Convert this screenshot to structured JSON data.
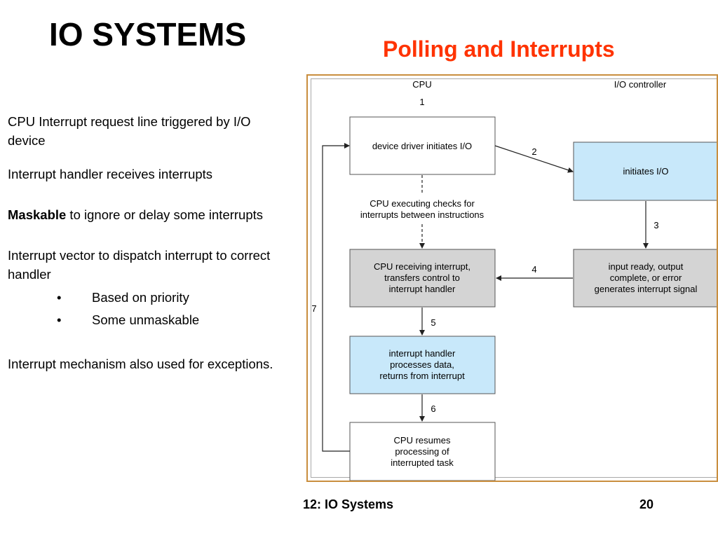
{
  "slide": {
    "title": "IO SYSTEMS",
    "subtitle": "Polling and Interrupts",
    "paragraphs": {
      "p1": "CPU Interrupt request line triggered by I/O device",
      "p2": "Interrupt handler receives interrupts",
      "p3_bold": "Maskable",
      "p3_rest": " to ignore or delay some interrupts",
      "p4": "Interrupt vector to dispatch interrupt to correct handler",
      "p5": "Interrupt mechanism also used for exceptions."
    },
    "bullet_glyph": "•",
    "bullets": [
      "Based on priority",
      "Some unmaskable"
    ],
    "footer": {
      "left": "12: IO Systems",
      "right": "20"
    }
  },
  "diagram": {
    "colors": {
      "gray_box": "#d4d4d4",
      "blue_box": "#c8e8fa",
      "white_box": "#ffffff",
      "frame": "#c98e3e"
    },
    "headers": {
      "cpu": "CPU",
      "io": "I/O controller"
    },
    "steps": {
      "s1": "1",
      "s2": "2",
      "s3": "3",
      "s4": "4",
      "s5": "5",
      "s6": "6",
      "s7": "7"
    },
    "boxes": {
      "device_driver": [
        "device driver initiates I/O"
      ],
      "initiates_io": [
        "initiates I/O"
      ],
      "cpu_checks": [
        "CPU executing checks for",
        "interrupts between instructions"
      ],
      "cpu_receiving": [
        "CPU receiving interrupt,",
        "transfers control to",
        "interrupt handler"
      ],
      "input_ready": [
        "input ready, output",
        "complete, or error",
        "generates interrupt signal"
      ],
      "handler": [
        "interrupt handler",
        "processes data,",
        "returns from interrupt"
      ],
      "resumes": [
        "CPU resumes",
        "processing of",
        "interrupted task"
      ]
    }
  }
}
